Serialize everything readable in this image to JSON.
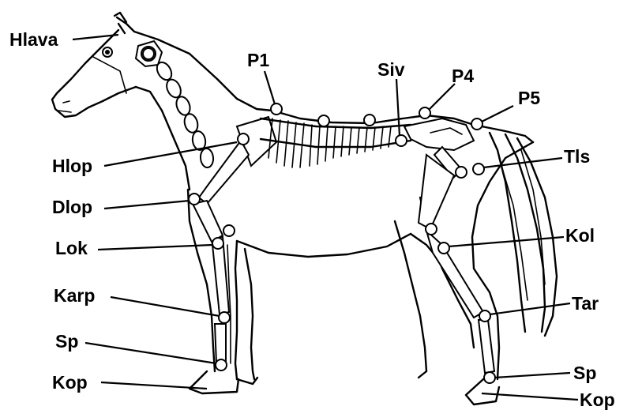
{
  "labels": {
    "hlava": "Hlava",
    "p1": "P1",
    "siv": "Siv",
    "p4": "P4",
    "p5": "P5",
    "hlop": "Hlop",
    "dlop": "Dlop",
    "lok": "Lok",
    "karp": "Karp",
    "sp_front": "Sp",
    "kop_front": "Kop",
    "tls": "Tls",
    "kol": "Kol",
    "tar": "Tar",
    "sp_hind": "Sp",
    "kop_hind": "Kop"
  }
}
